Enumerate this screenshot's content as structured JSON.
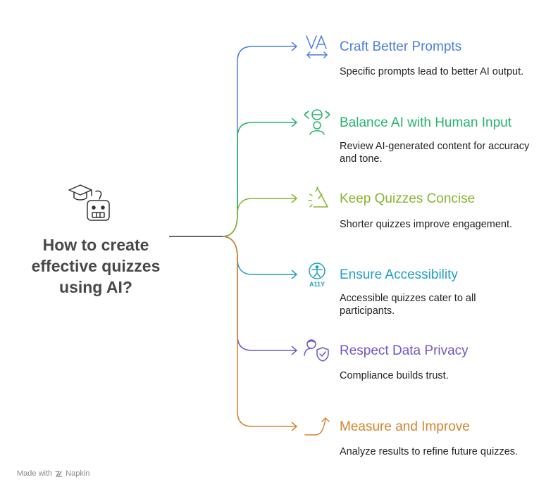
{
  "central": {
    "lines": [
      "How to create",
      "effective quizzes",
      "using AI?"
    ]
  },
  "branches": [
    {
      "title": "Craft Better Prompts",
      "description": "Specific prompts lead to better AI output.",
      "color": "#4a7fe0",
      "icon": "text-spacing-icon"
    },
    {
      "title": "Balance AI with Human Input",
      "description": "Review AI-generated content for accuracy and tone.",
      "color": "#27b36f",
      "icon": "ai-human-icon"
    },
    {
      "title": "Keep Quizzes Concise",
      "description": "Shorter quizzes improve engagement.",
      "color": "#86b52f",
      "icon": "timer-icon"
    },
    {
      "title": "Ensure Accessibility",
      "description": "Accessible quizzes cater to all participants.",
      "color": "#1e9fc7",
      "icon": "accessibility-icon"
    },
    {
      "title": "Respect Data Privacy",
      "description": "Compliance builds trust.",
      "color": "#7356c6",
      "icon": "user-shield-icon"
    },
    {
      "title": "Measure and Improve",
      "description": "Analyze results to refine future quizzes.",
      "color": "#d9822b",
      "icon": "growth-arrow-icon"
    }
  ],
  "footer": {
    "made_with": "Made with",
    "brand": "Napkin"
  }
}
